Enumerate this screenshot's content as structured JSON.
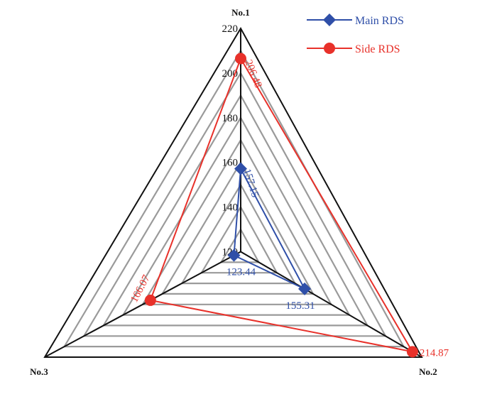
{
  "chart_data": {
    "type": "radar",
    "categories": [
      "No.1",
      "No.2",
      "No.3"
    ],
    "axis_ticks": [
      "120",
      "140",
      "160",
      "180",
      "200",
      "220"
    ],
    "rmin": 120,
    "rmax": 220,
    "grid": true,
    "legend_position": "top-right",
    "series": [
      {
        "name": "Main RDS",
        "values": [
          157.15,
          155.31,
          123.44
        ],
        "labels": [
          "157.15",
          "155.31",
          "123.44"
        ],
        "color": "#2f4fa8",
        "marker": "diamond"
      },
      {
        "name": "Side RDS",
        "values": [
          206.48,
          214.87,
          166.07
        ],
        "labels": [
          "206.48",
          "214.87",
          "166.07"
        ],
        "color": "#e8312a",
        "marker": "circle"
      }
    ]
  }
}
